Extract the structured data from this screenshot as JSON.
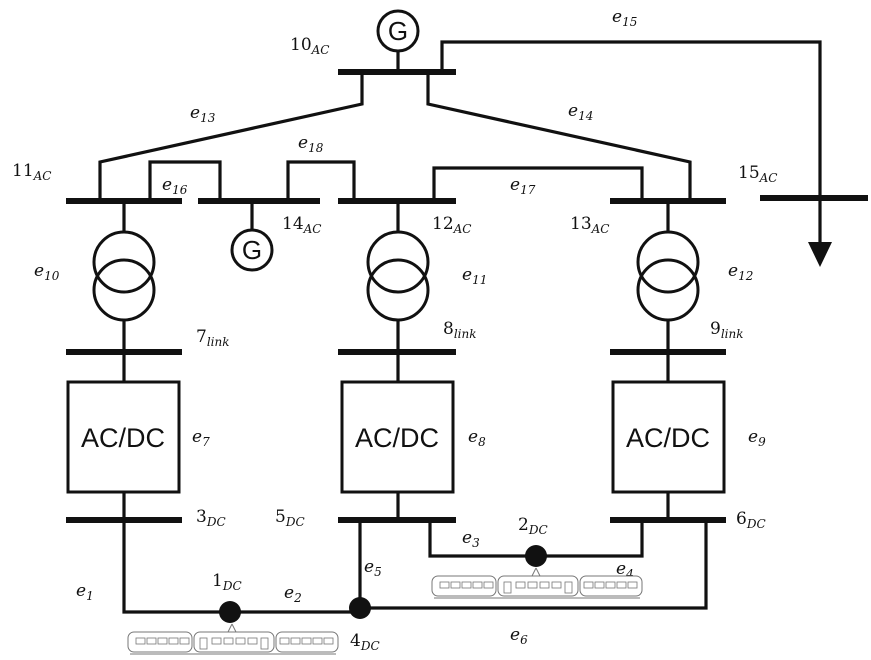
{
  "generator_label": "G",
  "converter_label": "AC/DC",
  "buses": {
    "b10": {
      "num": "10",
      "sub": "AC"
    },
    "b11": {
      "num": "11",
      "sub": "AC"
    },
    "b12": {
      "num": "12",
      "sub": "AC"
    },
    "b13": {
      "num": "13",
      "sub": "AC"
    },
    "b14": {
      "num": "14",
      "sub": "AC"
    },
    "b15": {
      "num": "15",
      "sub": "AC"
    },
    "b7": {
      "num": "7",
      "sub": "link"
    },
    "b8": {
      "num": "8",
      "sub": "link"
    },
    "b9": {
      "num": "9",
      "sub": "link"
    },
    "b3": {
      "num": "3",
      "sub": "DC"
    },
    "b5": {
      "num": "5",
      "sub": "DC"
    },
    "b6": {
      "num": "6",
      "sub": "DC"
    },
    "b1": {
      "num": "1",
      "sub": "DC"
    },
    "b2": {
      "num": "2",
      "sub": "DC"
    },
    "b4": {
      "num": "4",
      "sub": "DC"
    }
  },
  "edges": {
    "e1": {
      "base": "e",
      "sub": "1"
    },
    "e2": {
      "base": "e",
      "sub": "2"
    },
    "e3": {
      "base": "e",
      "sub": "3"
    },
    "e4": {
      "base": "e",
      "sub": "4"
    },
    "e5": {
      "base": "e",
      "sub": "5"
    },
    "e6": {
      "base": "e",
      "sub": "6"
    },
    "e7": {
      "base": "e",
      "sub": "7"
    },
    "e8": {
      "base": "e",
      "sub": "8"
    },
    "e9": {
      "base": "e",
      "sub": "9"
    },
    "e10": {
      "base": "e",
      "sub": "10"
    },
    "e11": {
      "base": "e",
      "sub": "11"
    },
    "e12": {
      "base": "e",
      "sub": "12"
    },
    "e13": {
      "base": "e",
      "sub": "13"
    },
    "e14": {
      "base": "e",
      "sub": "14"
    },
    "e15": {
      "base": "e",
      "sub": "15"
    },
    "e16": {
      "base": "e",
      "sub": "16"
    },
    "e17": {
      "base": "e",
      "sub": "17"
    },
    "e18": {
      "base": "e",
      "sub": "18"
    }
  }
}
